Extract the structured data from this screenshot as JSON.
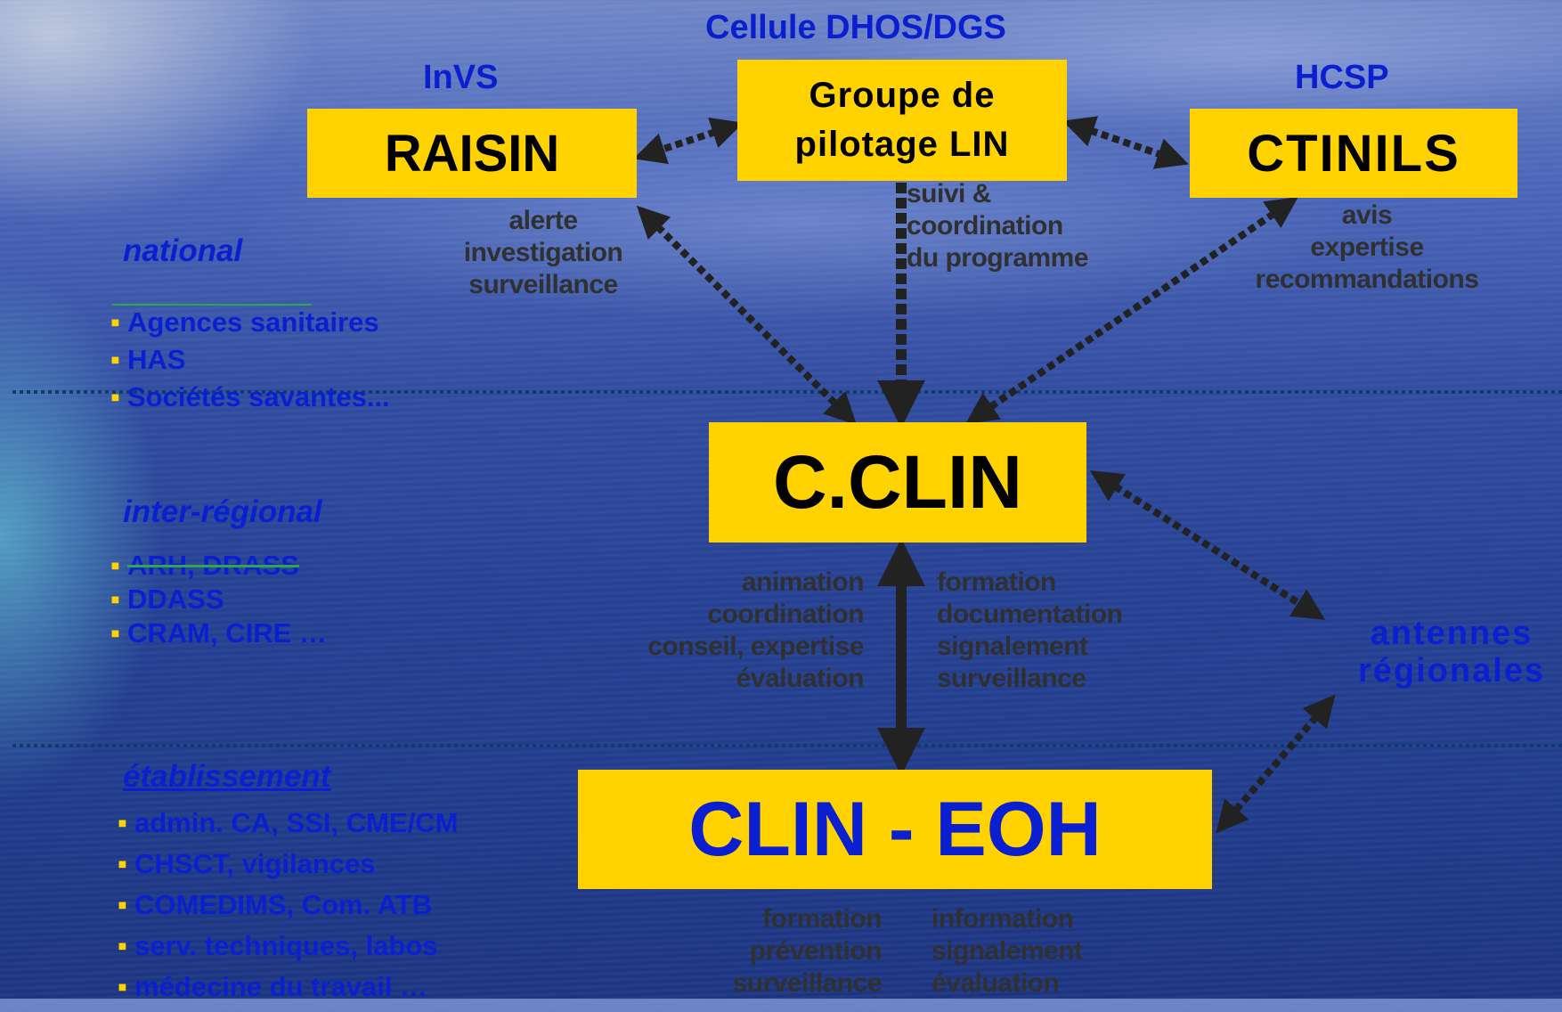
{
  "orgs": {
    "cellule": "Cellule DHOS/DGS",
    "invs": "InVS",
    "hcsp": "HCSP",
    "antennes": "antennes\nrégionales"
  },
  "boxes": {
    "raisin": "RAISIN",
    "groupe": "Groupe de\npilotage LIN",
    "ctinils": "CTINILS",
    "cclin": "C.CLIN",
    "clin_eoh": "CLIN - EOH"
  },
  "captions": {
    "raisin_roles": "alerte\ninvestigation\nsurveillance",
    "groupe_roles": "suivi &\ncoordination\ndu programme",
    "ctinils_roles": "avis\nexpertise\nrecommandations",
    "cclin_left": "animation\ncoordination\nconseil, expertise\névaluation",
    "cclin_right": "formation\ndocumentation\nsignalement\nsurveillance",
    "clin_left": "formation\nprévention\nsurveillance",
    "clin_right": "information\nsignalement\névaluation"
  },
  "levels": {
    "national": {
      "title": "national",
      "items": [
        "Agences sanitaires",
        "HAS",
        "Sociétés savantes..."
      ]
    },
    "interregional": {
      "title": "inter-régional",
      "items": [
        "ARH, DRASS",
        "DDASS",
        "CRAM, CIRE …"
      ]
    },
    "etablissement": {
      "title": "établissement",
      "items": [
        "admin. CA, SSI, CME/CM",
        "CHSCT, vigilances",
        "COMEDIMS, Com. ATB",
        "serv. techniques, labos",
        "médecine du travail …"
      ]
    }
  },
  "colors": {
    "box_fill": "#ffd200",
    "label_blue": "#0a1fd0",
    "caption_gray": "#303030",
    "separator": "#0d3d6e",
    "arrow": "#222222"
  }
}
